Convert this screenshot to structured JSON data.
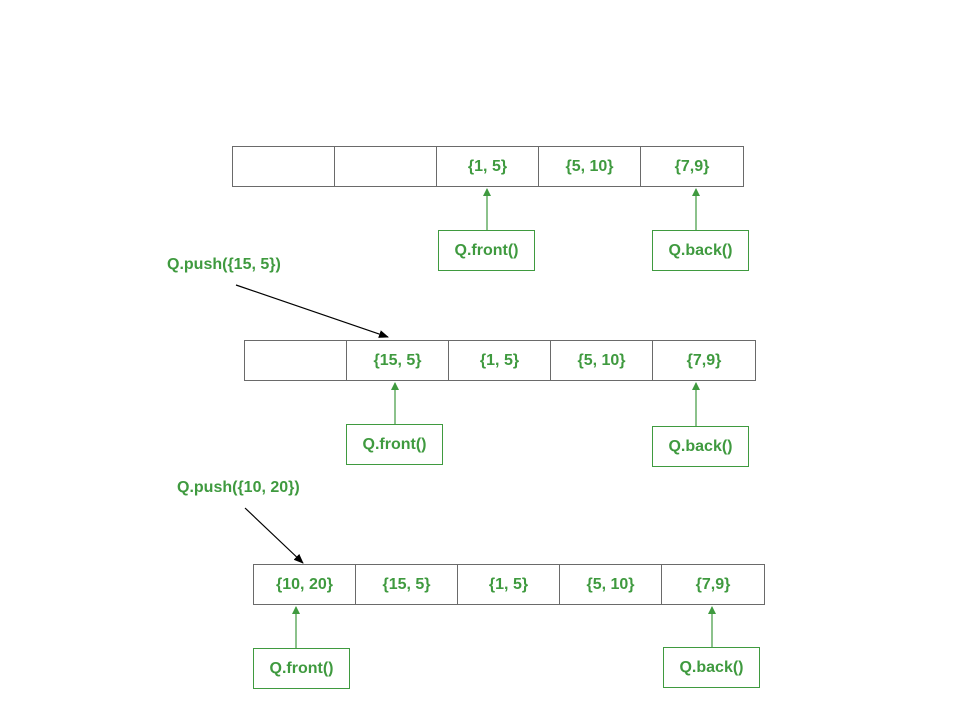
{
  "colors": {
    "accent": "#3f9a3f",
    "border": "#6a6a6a",
    "push_arrow": "#000000"
  },
  "queues": [
    {
      "operation": "",
      "cells": [
        "",
        "",
        "{1, 5}",
        "{5, 10}",
        "{7,9}"
      ],
      "front_label": "Q.front()",
      "back_label": "Q.back()"
    },
    {
      "operation": "Q.push({15, 5})",
      "cells": [
        "",
        "{15, 5}",
        "{1, 5}",
        "{5, 10}",
        "{7,9}"
      ],
      "front_label": "Q.front()",
      "back_label": "Q.back()"
    },
    {
      "operation": "Q.push({10, 20})",
      "cells": [
        "{10, 20}",
        "{15, 5}",
        "{1, 5}",
        "{5, 10}",
        "{7,9}"
      ],
      "front_label": "Q.front()",
      "back_label": "Q.back()"
    }
  ]
}
